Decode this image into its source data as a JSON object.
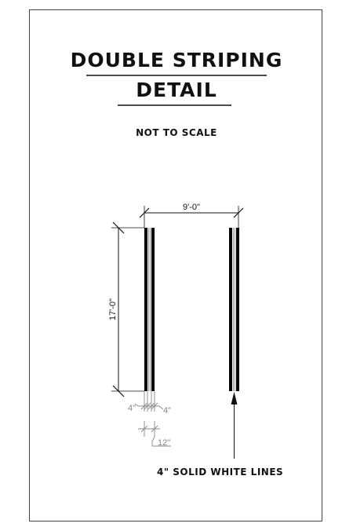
{
  "drawing": {
    "title_line1": "DOUBLE STRIPING",
    "title_line2": "DETAIL",
    "subtitle": "NOT TO SCALE",
    "dim_width": "9'-0\"",
    "dim_length": "17'-0\"",
    "dim_stripe_a": "4\"",
    "dim_stripe_b": "4\"",
    "dim_gap": "12\"",
    "callout": "4\" SOLID WHITE LINES"
  },
  "colors": {
    "line": "#111111",
    "stripe": "#000000",
    "dimension_grey": "#888888"
  }
}
